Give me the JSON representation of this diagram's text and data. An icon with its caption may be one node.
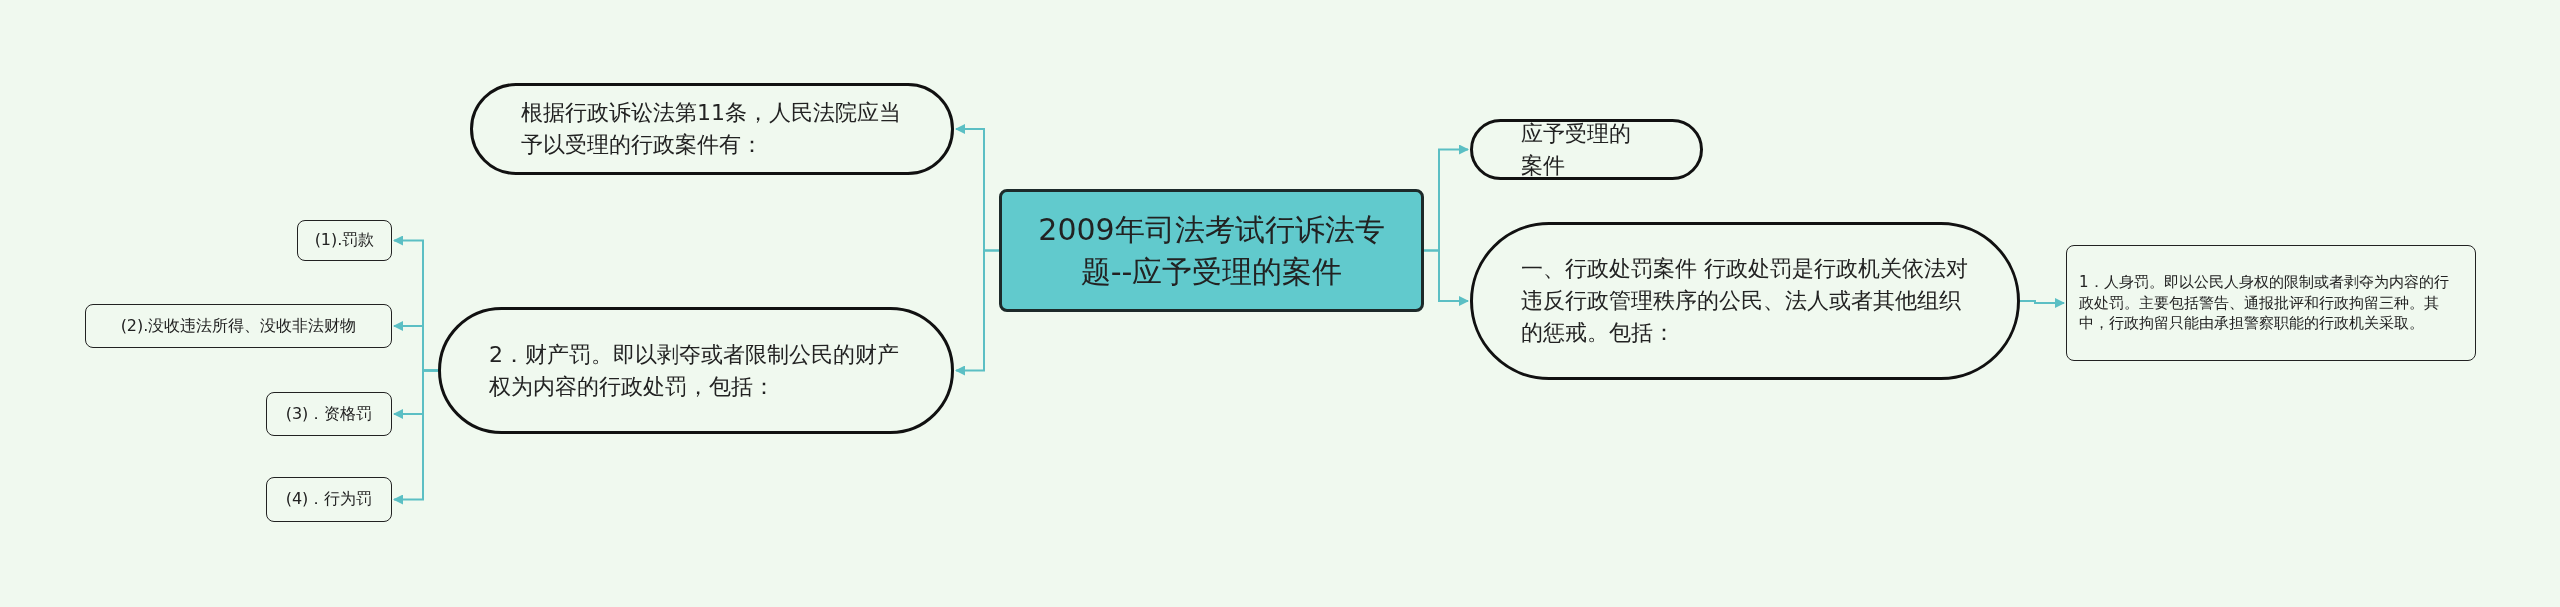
{
  "diagram": {
    "nodes": [
      {
        "text": [
          "2009年司法考试行诉法专题--应予受理的案件"
        ]
      },
      {
        "text": [
          "根据行政诉讼法第11条，人民法院应当予以受理的行政案件有："
        ]
      },
      {
        "text": [
          "2．财产罚。即以剥夺或者限制公民的财产权为内容的行政处罚，包括："
        ]
      },
      {
        "text": [
          "(1).罚款"
        ]
      },
      {
        "text": [
          "(2).没收违法所得、没收非法财物"
        ]
      },
      {
        "text": [
          "(3)．资格罚"
        ]
      },
      {
        "text": [
          "(4)．行为罚"
        ]
      },
      {
        "text": [
          "应予受理的案件"
        ]
      },
      {
        "text": [
          "一、行政处罚案件 行政处罚是行政机关依法对违反行政管理秩序的公民、法人或者其他组织的惩戒。包括："
        ]
      },
      {
        "text": [
          "1．人身罚。即以公民人身权的限制或者剥夺为内容的行政处罚。主要包括警告、通报批评和行政拘留三种。其中，行政拘留只能由承担警察职能的行政机关采取。"
        ]
      }
    ],
    "edges": [
      {
        "from": 0,
        "to": 1,
        "arrow": "to"
      },
      {
        "from": 0,
        "to": 2,
        "arrow": "to"
      },
      {
        "from": 2,
        "to": 3,
        "arrow": "to"
      },
      {
        "from": 2,
        "to": 4,
        "arrow": "to"
      },
      {
        "from": 2,
        "to": 5,
        "arrow": "to"
      },
      {
        "from": 2,
        "to": 6,
        "arrow": "to"
      },
      {
        "from": 0,
        "to": 7,
        "arrow": "to"
      },
      {
        "from": 0,
        "to": 8,
        "arrow": "to"
      },
      {
        "from": 8,
        "to": 9,
        "arrow": "to"
      }
    ]
  }
}
